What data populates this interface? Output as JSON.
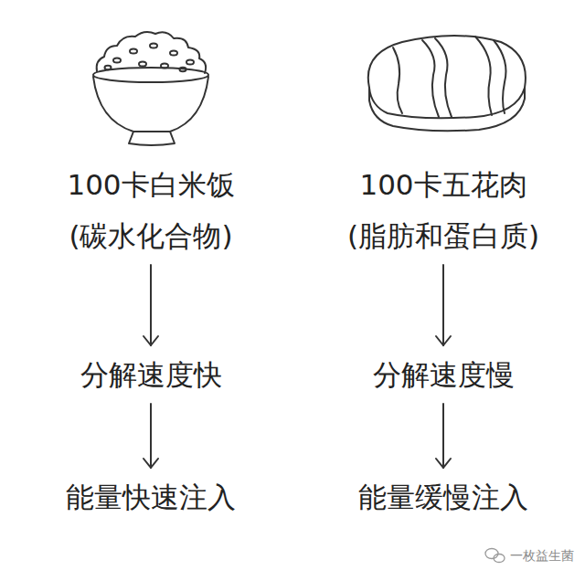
{
  "diagram": {
    "nodes": [
      {
        "text": [
          "100卡白米饭",
          "(碳水化合物)"
        ]
      },
      {
        "text": [
          "分解速度快"
        ]
      },
      {
        "text": [
          "能量快速注入"
        ]
      },
      {
        "text": [
          "100卡五花肉",
          "(脂肪和蛋白质)"
        ]
      },
      {
        "text": [
          "分解速度慢"
        ]
      },
      {
        "text": [
          "能量缓慢注入"
        ]
      }
    ],
    "edges": [
      {
        "from": 0,
        "to": 1,
        "arrow": "to"
      },
      {
        "from": 1,
        "to": 2,
        "arrow": "to"
      },
      {
        "from": 3,
        "to": 4,
        "arrow": "to"
      },
      {
        "from": 4,
        "to": 5,
        "arrow": "to"
      }
    ],
    "labels": [
      "一枚益生菌"
    ]
  }
}
